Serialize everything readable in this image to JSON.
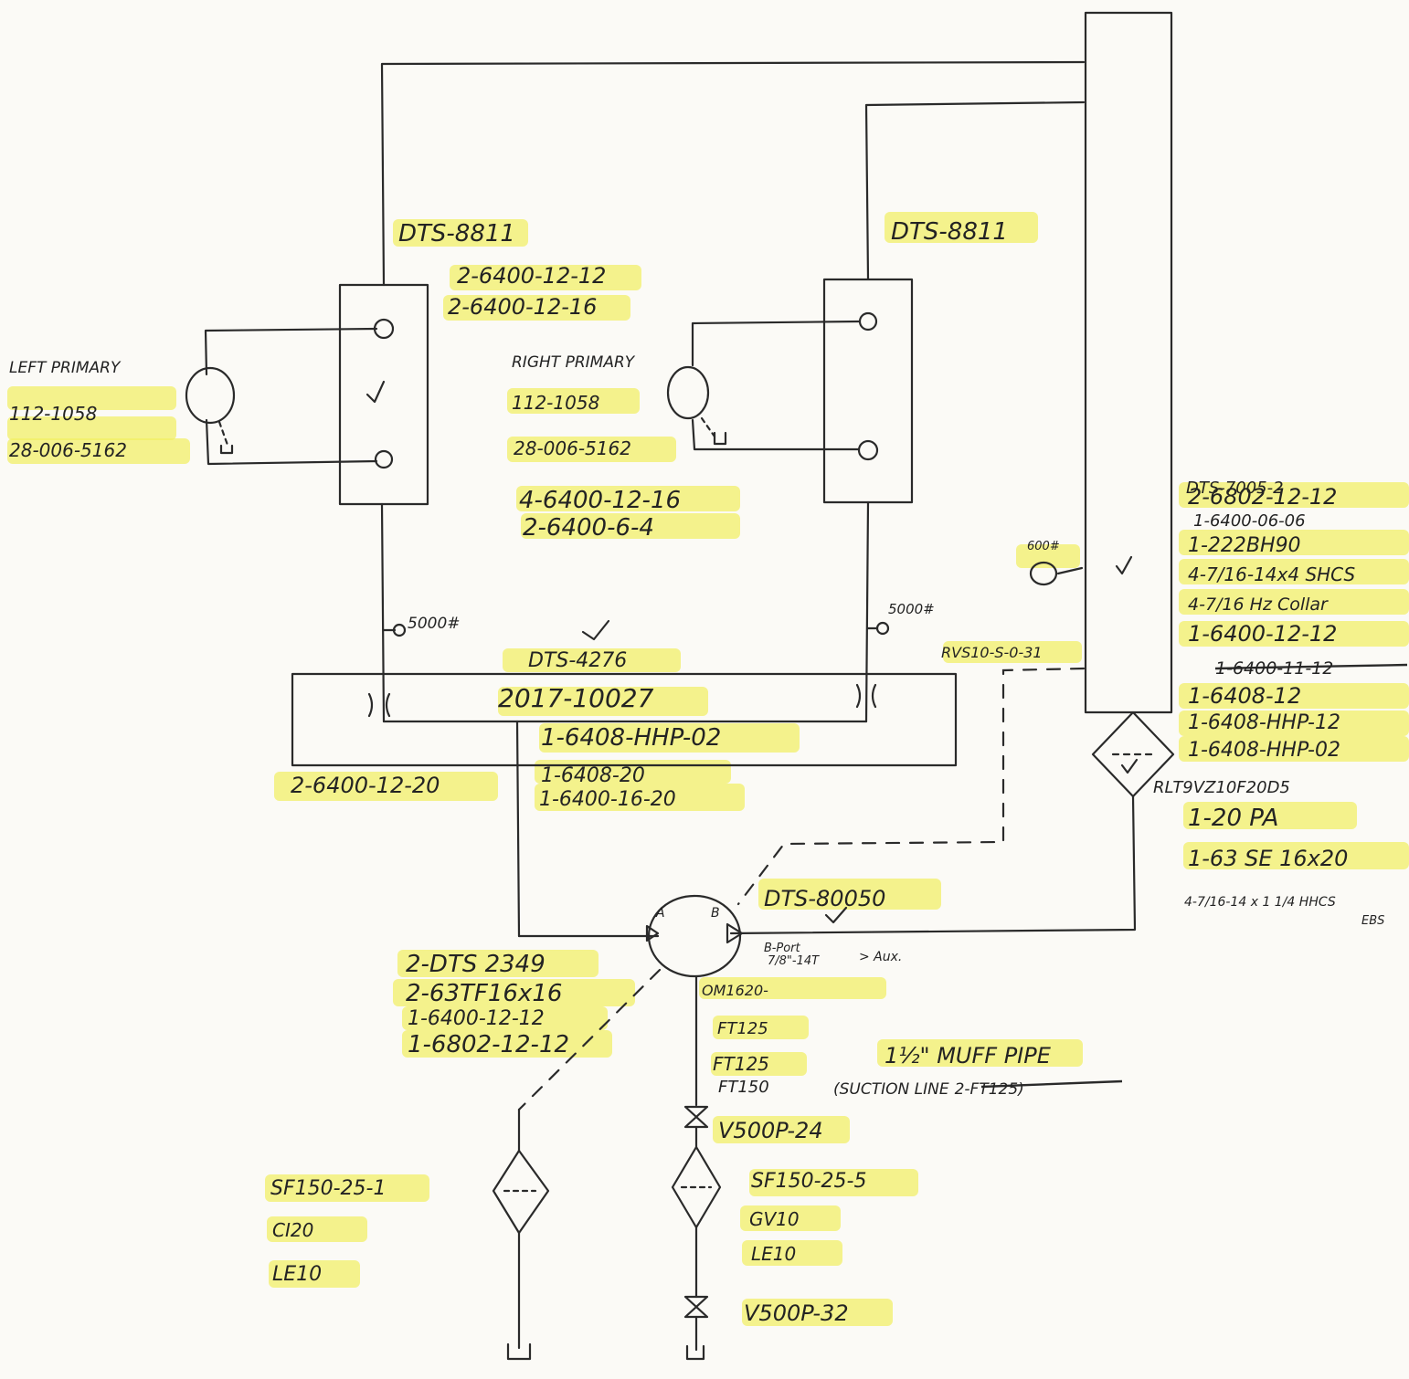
{
  "colors": {
    "ink": "#2a2a2a",
    "highlight": "#f1ef62",
    "paper": "#fbfaf6"
  },
  "labels": {
    "dts8811_left": "DTS-8811",
    "dts8811_right": "DTS-8811",
    "fit_a1": "2-6400-12-12",
    "fit_a2": "2-6400-12-16",
    "left_primary": "LEFT PRIMARY",
    "left_pn1": "112-1058",
    "left_pn2": "28-006-5162",
    "right_primary": "RIGHT PRIMARY",
    "right_pn1": "112-1058",
    "right_pn2": "28-006-5162",
    "mid_fit1": "4-6400-12-16",
    "mid_fit2": "2-6400-6-4",
    "gauge_left": "5000#",
    "gauge_right": "5000#",
    "gauge_top": "600#",
    "dts4276": "DTS-4276",
    "p2017": "2017-10027",
    "rvs": "RVS10-S-0-31",
    "hhp02": "1-6408-HHP-02",
    "left_bottom": "2-6400-12-20",
    "fit_b1": "1-6408-20",
    "fit_b2": "1-6400-16-20",
    "dts7005": "DTS-7005-2",
    "r1": "2-6802-12-12",
    "r2": "1-6400-06-06",
    "r3": "1-222BH90",
    "r4": "4-7/16-14x4 SHCS",
    "r5": "4-7/16 Hz Collar",
    "r6": "1-6400-12-12",
    "r7": "1-6400-11-12",
    "r8": "1-6408-12",
    "r9": "1-6408-HHP-12",
    "r10": "1-6408-HHP-02",
    "rlt": "RLT9VZ10F20D5",
    "rr1": "1-20 PA",
    "rr2": "1-63 SE 16x20",
    "rr3": "4-7/16-14 x 1 1/4 HHCS",
    "rr3b": "EBS",
    "dts8005": "DTS-80050",
    "port_a": "A",
    "port_b": "B",
    "b_port": "B-Port",
    "thread": "7/8\"-14T",
    "aux": "> Aux.",
    "l1": "2-DTS 2349",
    "l2": "2-63TF16x16",
    "l3": "1-6400-12-12",
    "l4": "1-6802-12-12",
    "om": "OM1620-",
    "ft1": "FT125",
    "ft2": "FT125",
    "ft3": "FT150",
    "muff": "1½\" MUFF PIPE",
    "suction": "(SUCTION LINE",
    "suction_strike": "2-FT125",
    "suction_end": ")",
    "v1": "V500P-24",
    "sf_left": "SF150-25-1",
    "ci": "CI20",
    "le_left": "LE10",
    "sf_right": "SF150-25-5",
    "gv": "GV10",
    "le_right": "LE10",
    "v2": "V500P-32"
  }
}
